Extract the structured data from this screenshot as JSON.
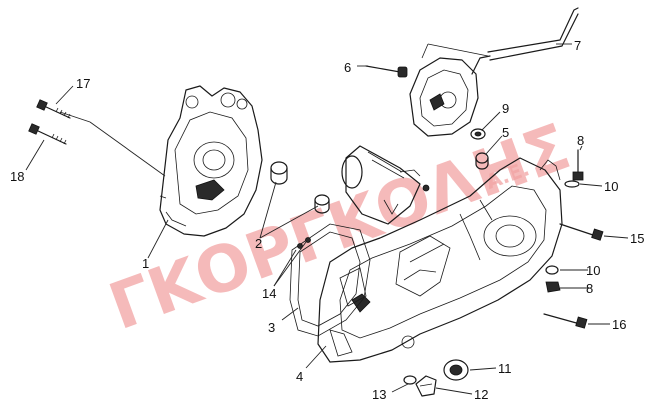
{
  "diagram": {
    "watermark": {
      "text": "ΓΚΟΡΓΚΟΛΗΣ",
      "suffix": "Α.Ε.",
      "color": "#f2a4a4"
    },
    "callouts": [
      {
        "id": "c1",
        "label": "1"
      },
      {
        "id": "c2",
        "label": "2"
      },
      {
        "id": "c3",
        "label": "3"
      },
      {
        "id": "c4",
        "label": "4"
      },
      {
        "id": "c5",
        "label": "5"
      },
      {
        "id": "c6",
        "label": "6"
      },
      {
        "id": "c7",
        "label": "7"
      },
      {
        "id": "c8a",
        "label": "8"
      },
      {
        "id": "c8b",
        "label": "8"
      },
      {
        "id": "c9",
        "label": "9"
      },
      {
        "id": "c10a",
        "label": "10"
      },
      {
        "id": "c10b",
        "label": "10"
      },
      {
        "id": "c11",
        "label": "11"
      },
      {
        "id": "c12",
        "label": "12"
      },
      {
        "id": "c13",
        "label": "13"
      },
      {
        "id": "c14",
        "label": "14"
      },
      {
        "id": "c15",
        "label": "15"
      },
      {
        "id": "c16",
        "label": "16"
      },
      {
        "id": "c17",
        "label": "17"
      },
      {
        "id": "c18",
        "label": "18"
      }
    ]
  }
}
